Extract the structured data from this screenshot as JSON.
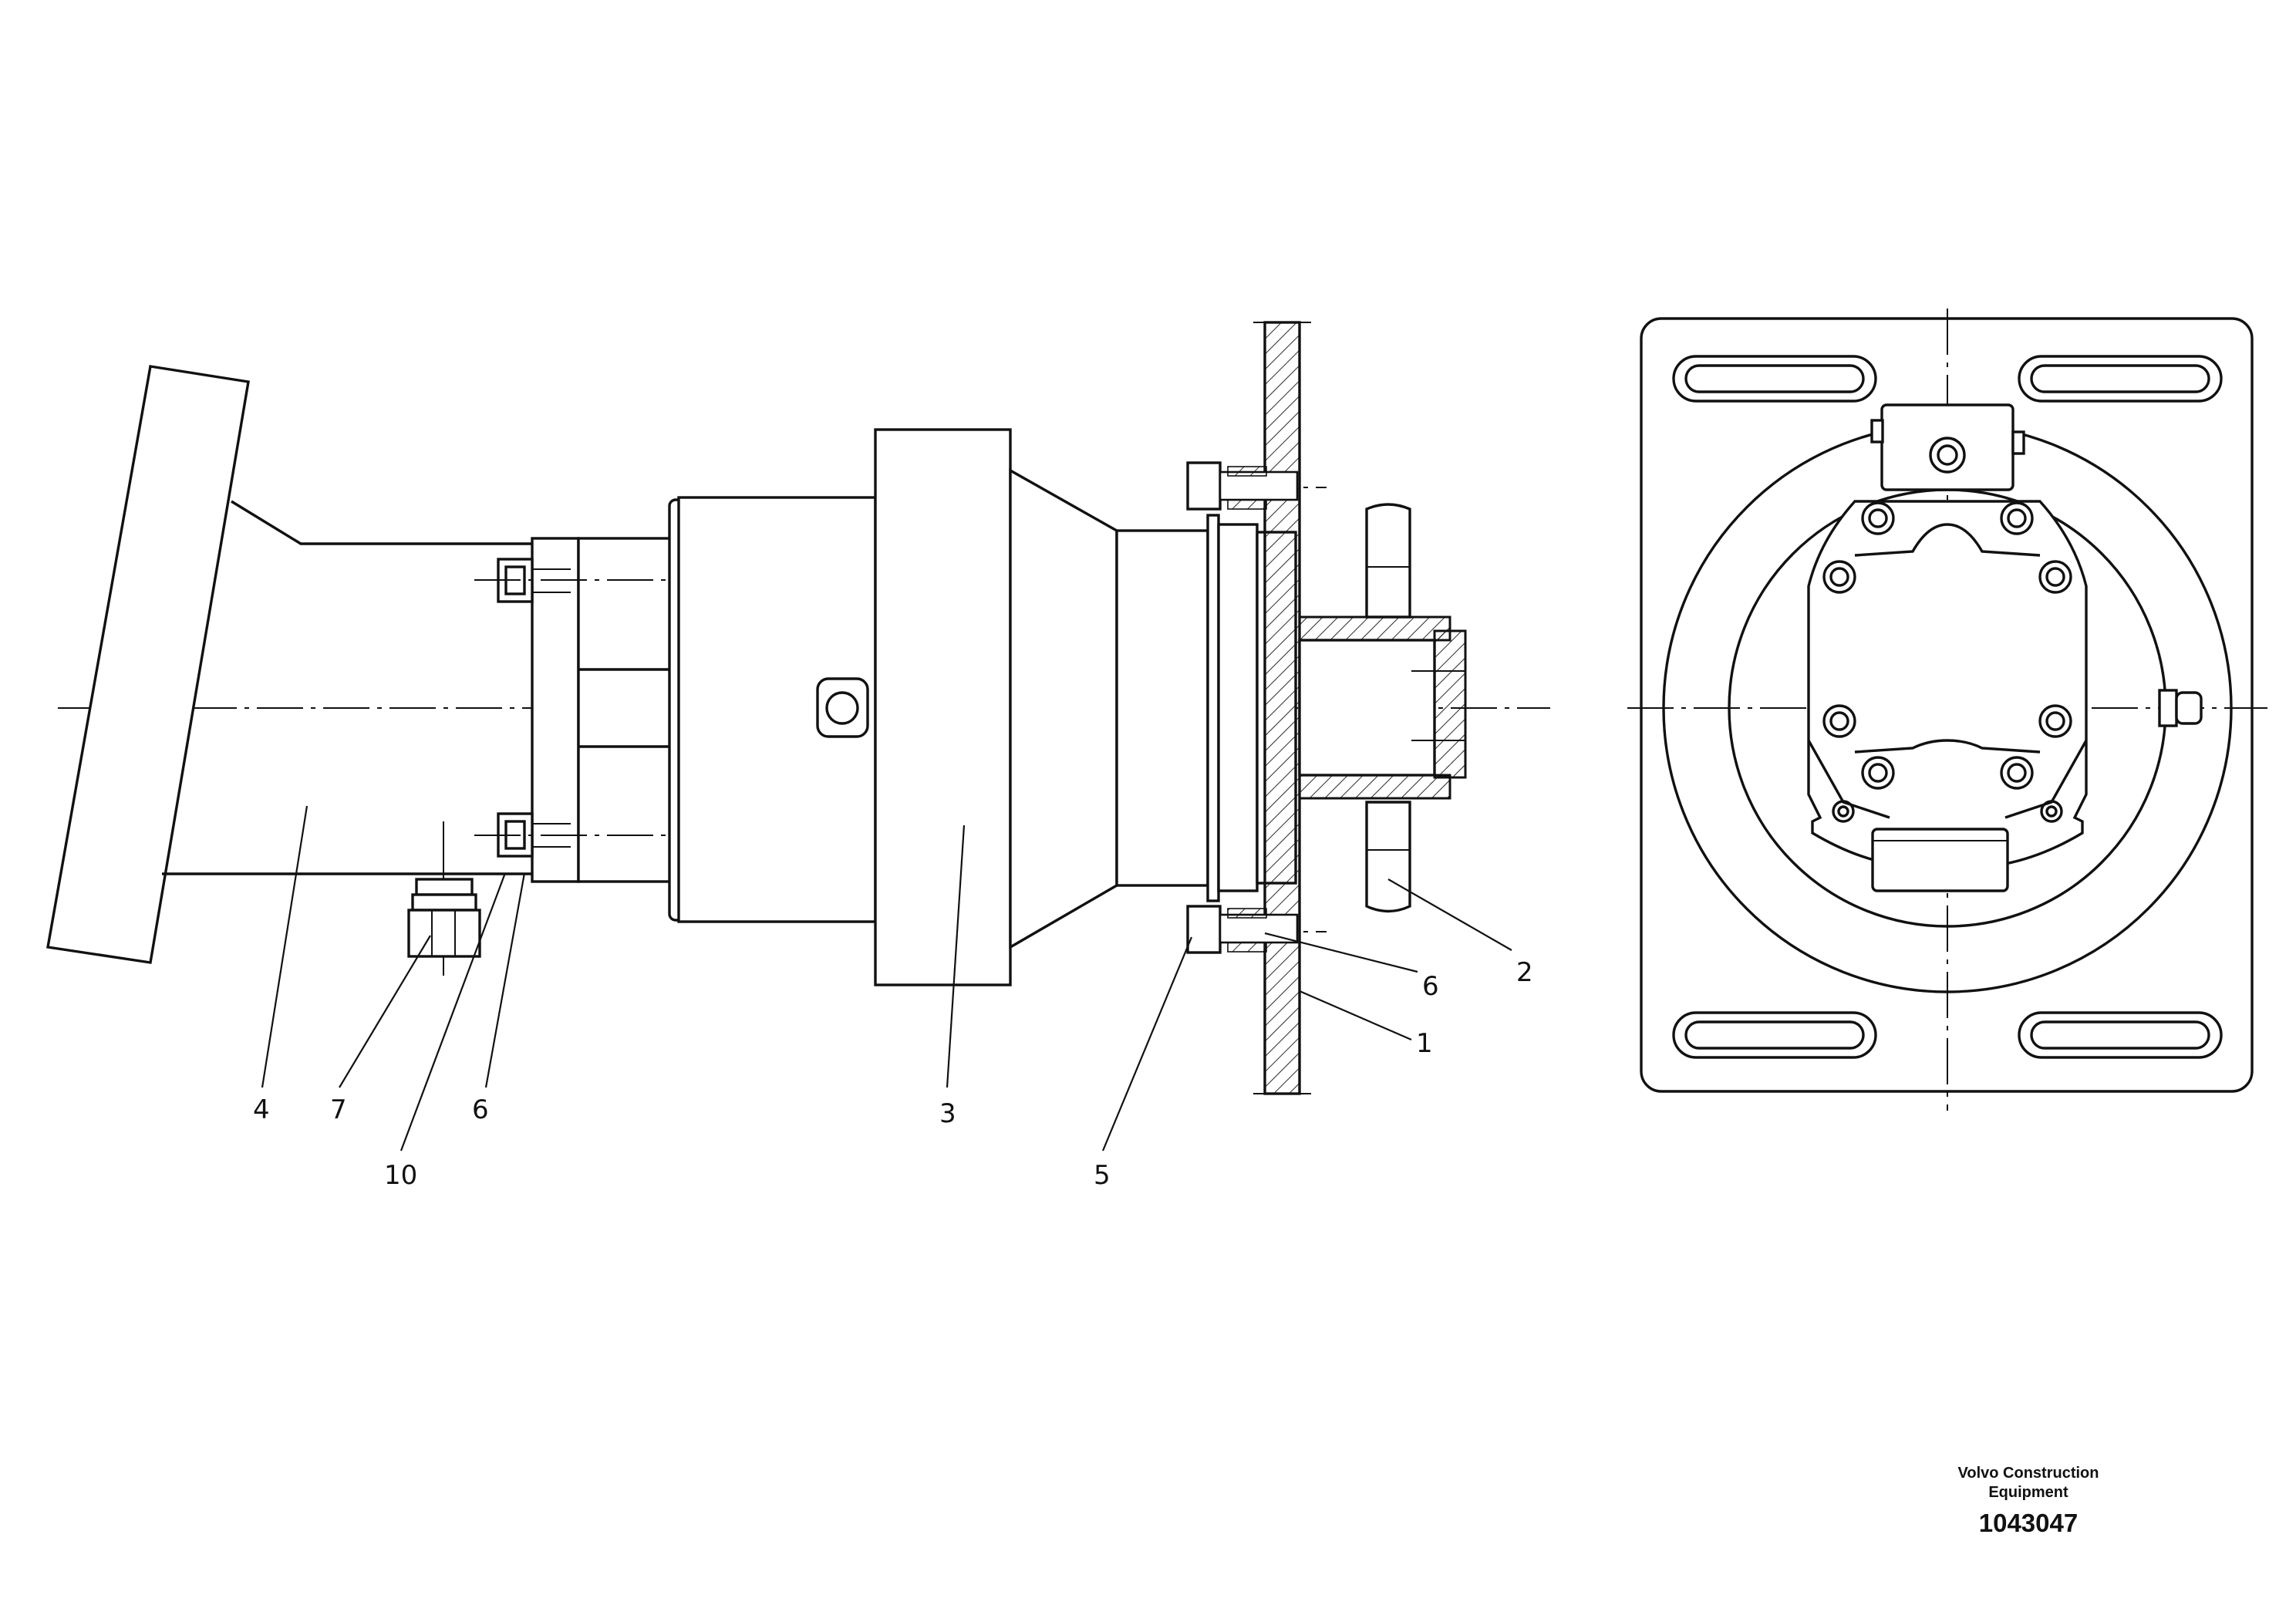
{
  "drawing": {
    "callouts": [
      "4",
      "7",
      "10",
      "6",
      "3",
      "5",
      "6",
      "1",
      "2"
    ]
  },
  "footer": {
    "brand_line1": "Volvo Construction",
    "brand_line2": "Equipment",
    "drawing_number": "1043047"
  }
}
